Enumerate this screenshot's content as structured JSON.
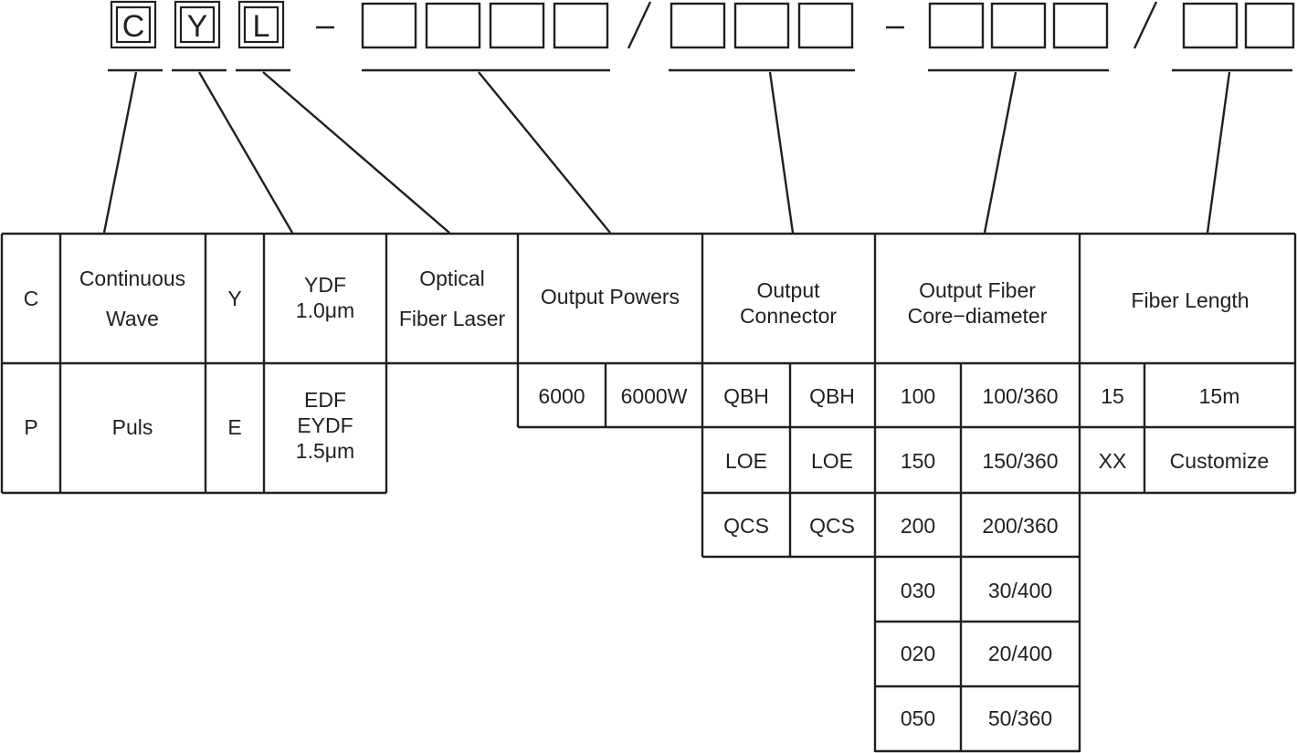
{
  "code_prefix": [
    "C",
    "Y",
    "L"
  ],
  "separators": [
    "-",
    "/",
    "-",
    "/"
  ],
  "headers": {
    "type_code": "C",
    "type_name": [
      "Continuous",
      "Wave"
    ],
    "dopant_code": "Y",
    "dopant_name": [
      "YDF",
      "1.0μm"
    ],
    "laser": [
      "Optical",
      "Fiber Laser"
    ],
    "power": "Output Powers",
    "connector": [
      "Output",
      "Connector"
    ],
    "core": [
      "Output Fiber",
      "Core−diameter"
    ],
    "length": "Fiber Length"
  },
  "type_row2": {
    "code": "P",
    "name": "Puls",
    "dopant_code": "E",
    "dopant_name": [
      "EDF",
      "EYDF",
      "1.5μm"
    ]
  },
  "powers": [
    {
      "code": "6000",
      "value": "6000W"
    }
  ],
  "connectors": [
    {
      "code": "QBH",
      "value": "QBH"
    },
    {
      "code": "LOE",
      "value": "LOE"
    },
    {
      "code": "QCS",
      "value": "QCS"
    }
  ],
  "cores": [
    {
      "code": "100",
      "value": "100/360"
    },
    {
      "code": "150",
      "value": "150/360"
    },
    {
      "code": "200",
      "value": "200/360"
    },
    {
      "code": "030",
      "value": "30/400"
    },
    {
      "code": "020",
      "value": "20/400"
    },
    {
      "code": "050",
      "value": "50/360"
    }
  ],
  "lengths": [
    {
      "code": "15",
      "value": "15m"
    },
    {
      "code": "XX",
      "value": "Customize"
    }
  ]
}
